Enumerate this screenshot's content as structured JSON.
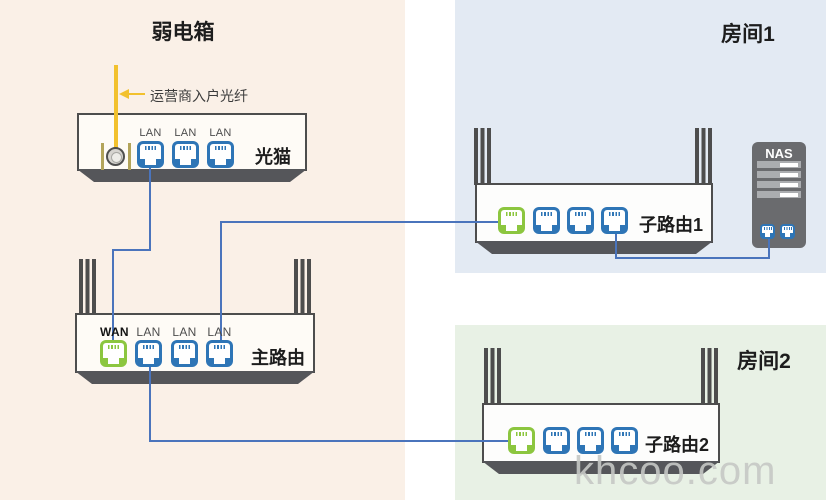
{
  "zones": {
    "weak_box": {
      "title": "弱电箱"
    },
    "room1": {
      "title": "房间1"
    },
    "room2": {
      "title": "房间2"
    }
  },
  "fiber": {
    "label": "运营商入户光纤"
  },
  "devices": {
    "modem": {
      "label": "光猫",
      "port_labels": [
        "LAN",
        "LAN",
        "LAN"
      ]
    },
    "main_router": {
      "label": "主路由",
      "port_labels": [
        "WAN",
        "LAN",
        "LAN",
        "LAN"
      ]
    },
    "sub_router1": {
      "label": "子路由1"
    },
    "sub_router2": {
      "label": "子路由2"
    },
    "nas": {
      "label": "NAS"
    }
  },
  "watermark": "khcoo.com",
  "colors": {
    "zone_weak_bg": "#FAF0E7",
    "zone_room1_bg": "#E3EAF3",
    "zone_room2_bg": "#E8F1E5",
    "wan_port_green": "#8CC63F",
    "lan_port_blue": "#2E75B6",
    "cable_blue": "#4A74BC",
    "fiber_yellow": "#F2C12E",
    "device_outline": "#4D4D4D"
  }
}
